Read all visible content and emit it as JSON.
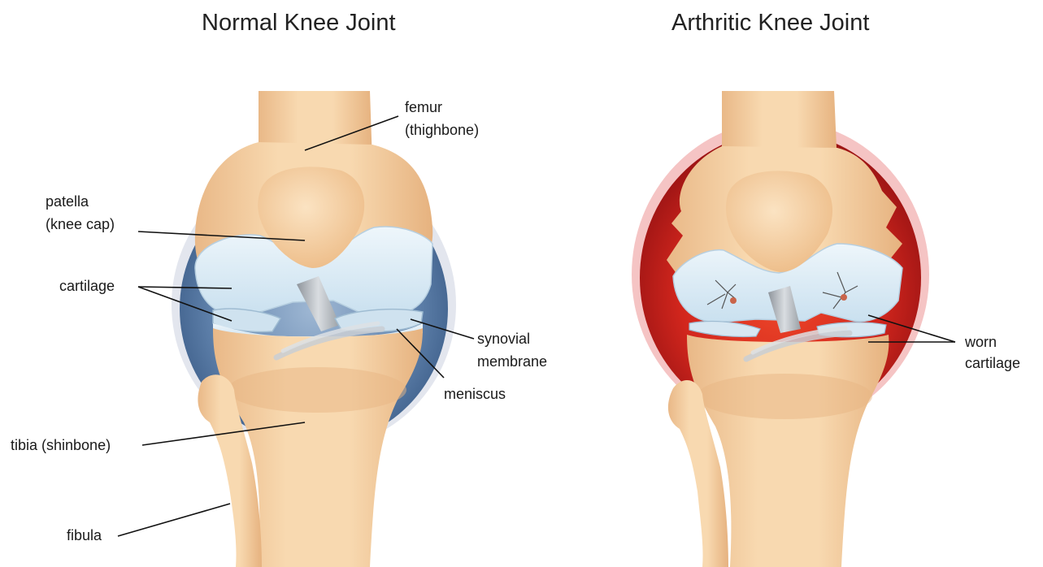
{
  "panels": {
    "normal": {
      "title": "Normal Knee Joint",
      "labels": {
        "femur": "femur",
        "femur_sub": "(thighbone)",
        "patella": "patella",
        "patella_sub": "(knee cap)",
        "cartilage": "cartilage",
        "synovial": "synovial",
        "synovial_sub": "membrane",
        "meniscus": "meniscus",
        "tibia": "tibia (shinbone)",
        "fibula": "fibula"
      }
    },
    "arthritic": {
      "title": "Arthritic Knee Joint",
      "labels": {
        "worn": "worn",
        "worn_sub": "cartilage"
      }
    }
  },
  "colors": {
    "bone": "#f4cfa0",
    "bone_shadow": "#e5b27e",
    "cartilage": "#dcecf6",
    "synovial_normal": "#4c6f99",
    "capsule_normal": "#e4e7ef",
    "inflamed": "#c41a1a",
    "capsule_arthritic": "#f6c7c7",
    "ligament": "#b9bec4"
  },
  "icons": {
    "normal_knee": "normal-knee-joint-illustration",
    "arthritic_knee": "arthritic-knee-joint-illustration"
  }
}
